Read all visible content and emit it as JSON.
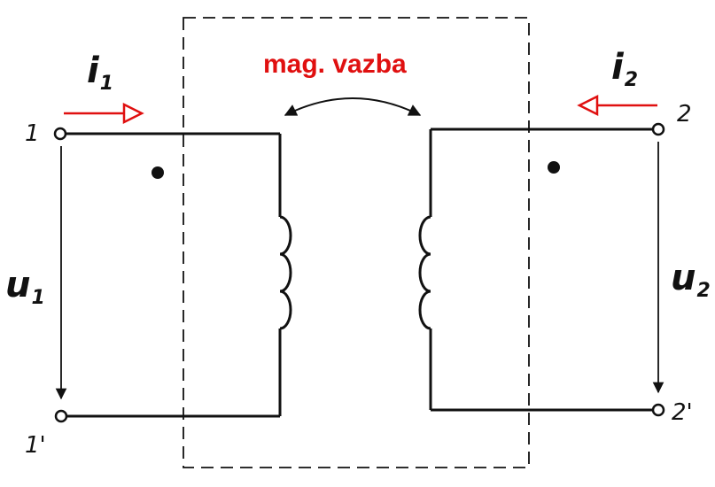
{
  "labels": {
    "coupling": "mag. vazba",
    "i1_main": "i",
    "i1_sub": "1",
    "i2_main": "i",
    "i2_sub": "2",
    "u1_main": "u",
    "u1_sub": "1",
    "u2_main": "u",
    "u2_sub": "2",
    "term_1": "1",
    "term_1p": "1'",
    "term_2": "2",
    "term_2p": "2'"
  },
  "colors": {
    "ink": "#111111",
    "accent": "#e01010"
  }
}
